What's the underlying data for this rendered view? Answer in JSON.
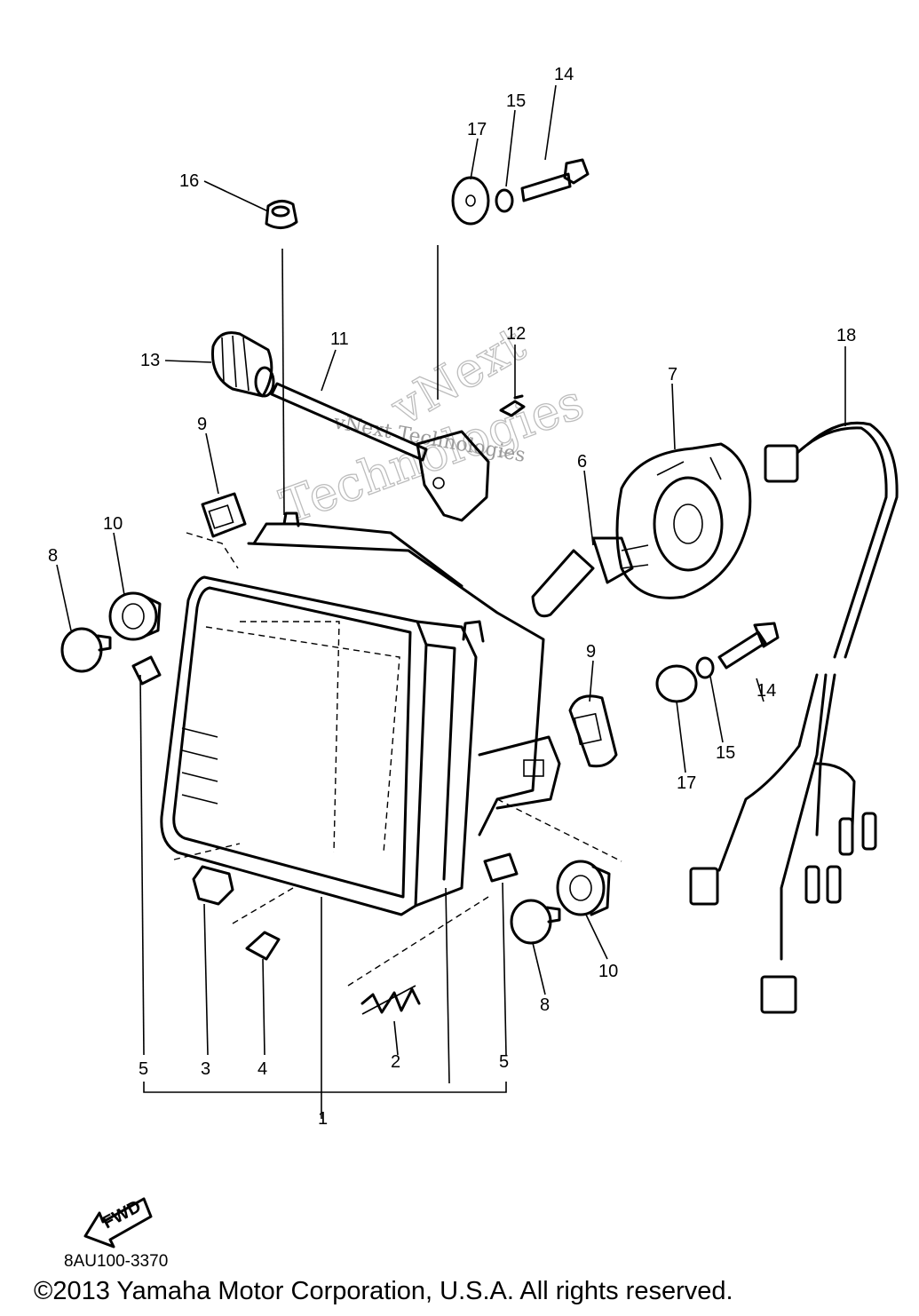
{
  "diagram_code": "8AU100-3370",
  "copyright": "©2013 Yamaha Motor Corporation, U.S.A. All rights reserved.",
  "watermark": [
    "vNext",
    "Technologies",
    "vNext Technologies"
  ],
  "fwd_label": "FWD",
  "callouts": [
    "14",
    "15",
    "17",
    "16",
    "12",
    "11",
    "13",
    "18",
    "7",
    "9",
    "6",
    "10",
    "8",
    "9",
    "14",
    "15",
    "17",
    "10",
    "8",
    "5",
    "3",
    "4",
    "2",
    "5",
    "1"
  ]
}
